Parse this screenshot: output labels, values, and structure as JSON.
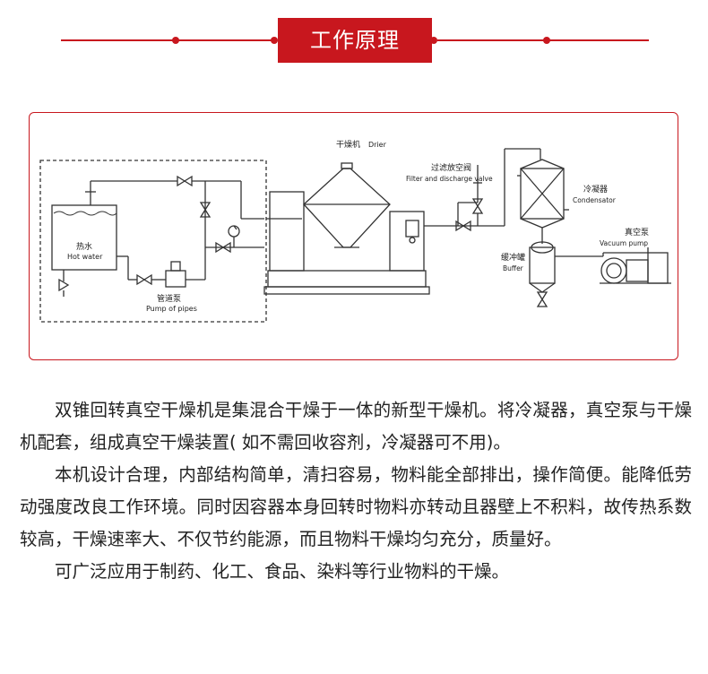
{
  "header": {
    "title": "工作原理"
  },
  "diagram": {
    "labels": {
      "drier_cn": "干燥机",
      "drier_en": "Drier",
      "filter_cn": "过滤放空阀",
      "filter_en": "Filter and discharge valve",
      "condenser_cn": "冷凝器",
      "condenser_en": "Condensator",
      "vacuum_cn": "真空泵",
      "vacuum_en": "Vacuum pump",
      "buffer_cn": "缓冲罐",
      "buffer_en": "Buffer",
      "hotwater_cn": "热水",
      "hotwater_en": "Hot water",
      "pump_cn": "管道泵",
      "pump_en": "Pump of pipes"
    }
  },
  "body": {
    "paragraphs": [
      "双锥回转真空干燥机是集混合干燥于一体的新型干燥机。将冷凝器，真空泵与干燥机配套，组成真空干燥装置( 如不需回收容剂，冷凝器可不用)。",
      "本机设计合理，内部结构简单，清扫容易，物料能全部排出，操作简便。能降低劳动强度改良工作环境。同时因容器本身回转时物料亦转动且器壁上不积料，故传热系数较高，干燥速率大、不仅节约能源，而且物料干燥均匀充分，质量好。",
      "可广泛应用于制药、化工、食品、染料等行业物料的干燥。"
    ]
  },
  "colors": {
    "accent": "#c8171e",
    "text": "#222222",
    "line": "#333333"
  }
}
